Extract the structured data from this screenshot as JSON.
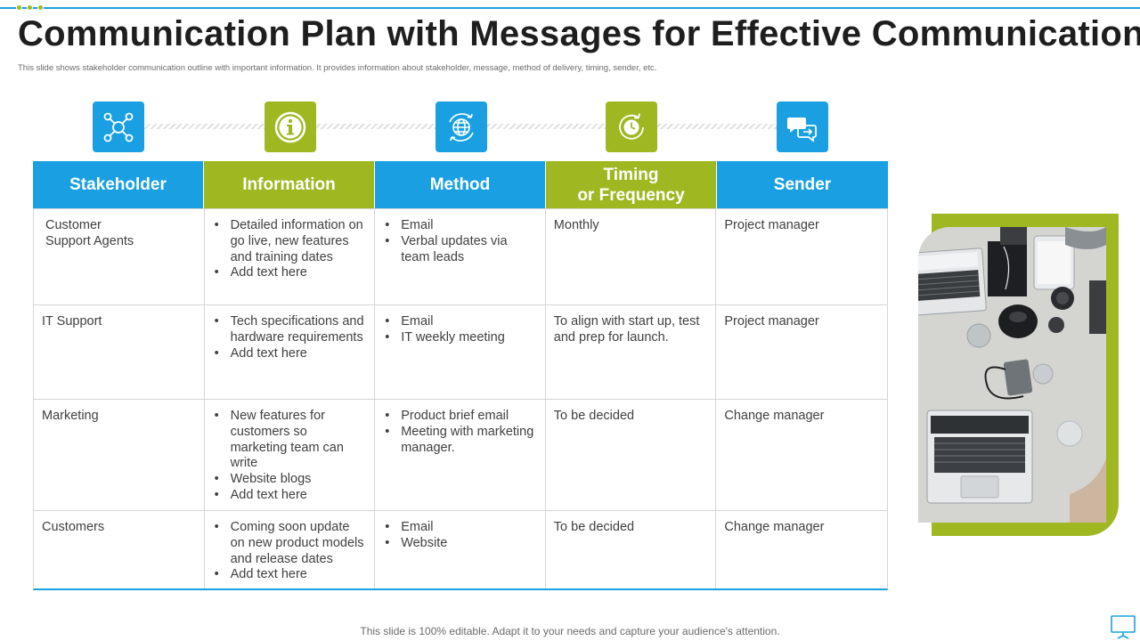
{
  "header": {
    "title": "Communication Plan with Messages for Effective Communication",
    "subtitle": "This slide shows stakeholder communication outline with important information. It provides information about stakeholder, message, method of delivery, timing, sender, etc."
  },
  "icons": [
    "network-icon",
    "info-icon",
    "globe-refresh-icon",
    "clock-refresh-icon",
    "chat-bubbles-icon"
  ],
  "colors": {
    "blue": "#1aa0e2",
    "green": "#9fb822"
  },
  "table": {
    "columns": [
      "Stakeholder",
      "Information",
      "Method",
      "Timing or Frequency",
      "Sender"
    ],
    "column_lines": {
      "timing_line1": "Timing",
      "timing_line2": "or Frequency"
    },
    "rows": [
      {
        "stakeholder": "Customer Support Agents",
        "information": [
          "Detailed information on go live, new features and  training dates",
          "Add text here"
        ],
        "method": [
          "Email",
          "Verbal updates via team leads"
        ],
        "timing": "Monthly",
        "sender": "Project manager"
      },
      {
        "stakeholder": "IT Support",
        "information": [
          "Tech specifications and hardware requirements",
          "Add text here"
        ],
        "method": [
          "Email",
          "IT weekly meeting"
        ],
        "timing": "To align with start up, test and prep for launch.",
        "sender": "Project manager"
      },
      {
        "stakeholder": "Marketing",
        "information": [
          "New features for customers so marketing team can write",
          "Website blogs",
          "Add text here"
        ],
        "method": [
          "Product brief email",
          "Meeting with marketing manager."
        ],
        "timing": "To be decided",
        "sender": "Change manager"
      },
      {
        "stakeholder": "Customers",
        "information": [
          "Coming soon update on new product models and release dates",
          "Add text here"
        ],
        "method": [
          "Email",
          "Website"
        ],
        "timing": "To be decided",
        "sender": "Change manager"
      }
    ]
  },
  "footer": "This slide is 100% editable. Adapt it to your needs and capture your audience's attention."
}
